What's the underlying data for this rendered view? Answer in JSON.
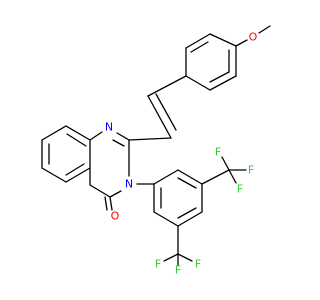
{
  "diagram": {
    "type": "chemical-structure",
    "atom_labels": {
      "N1": "N",
      "N2": "N",
      "O_carbonyl": "O",
      "O_ether": "O",
      "F": "F"
    },
    "colors": {
      "bond": "#000000",
      "N": "#0000ff",
      "O": "#ff0000",
      "F": "#33cc33"
    }
  }
}
